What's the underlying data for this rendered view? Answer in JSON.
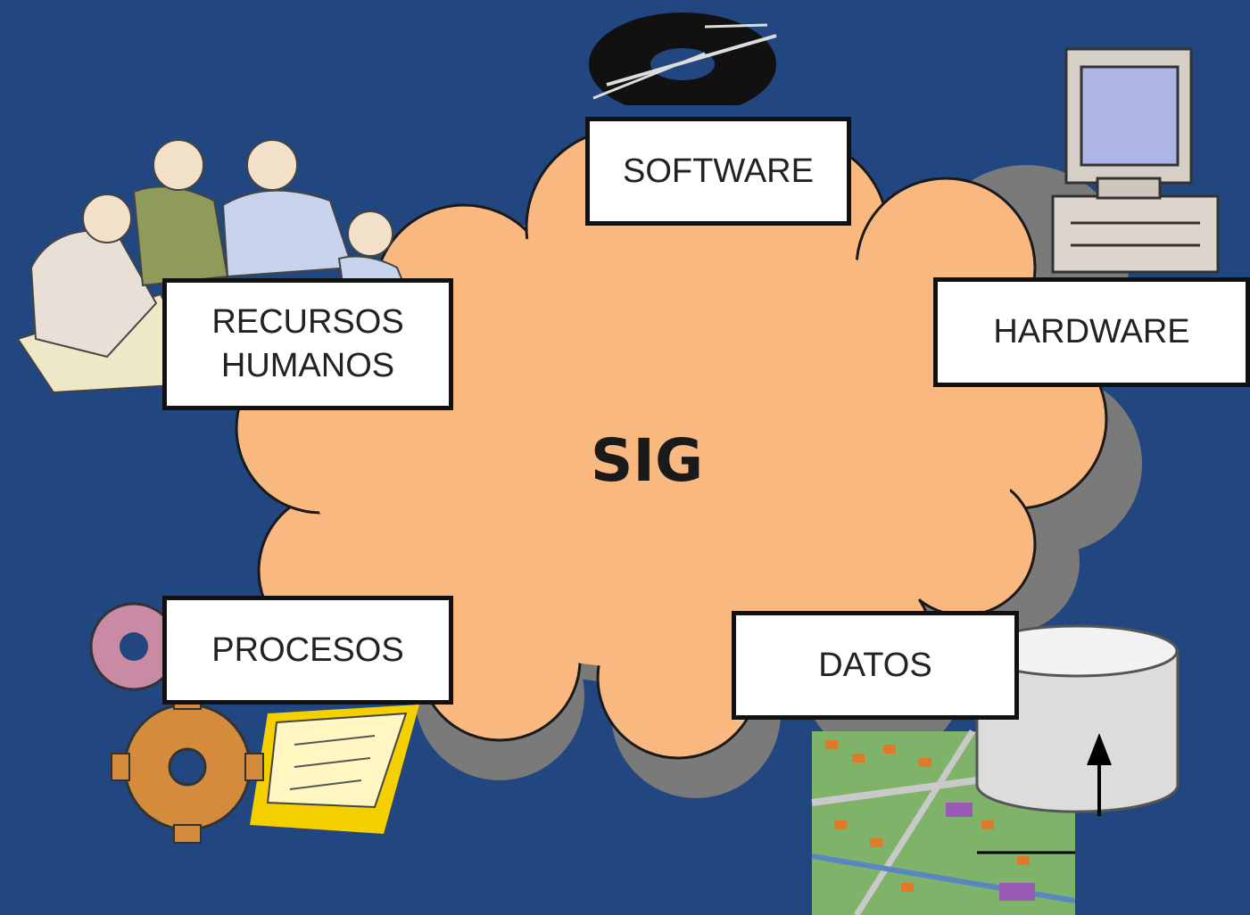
{
  "center": {
    "label": "SIG"
  },
  "components": {
    "software": "SOFTWARE",
    "hardware": "HARDWARE",
    "recursos_line1": "RECURSOS",
    "recursos_line2": "HUMANOS",
    "procesos": "PROCESOS",
    "datos": "DATOS"
  },
  "colors": {
    "background": "#22467f",
    "cloud": "#f8b880",
    "cloud_shadow": "#7a7a7a",
    "box": "#ffffff",
    "box_border": "#111111"
  },
  "illustrations": [
    "people-illustration",
    "cd-disc-icon",
    "computer-icon",
    "gears-icon",
    "database-cylinder-icon",
    "city-map-image"
  ]
}
